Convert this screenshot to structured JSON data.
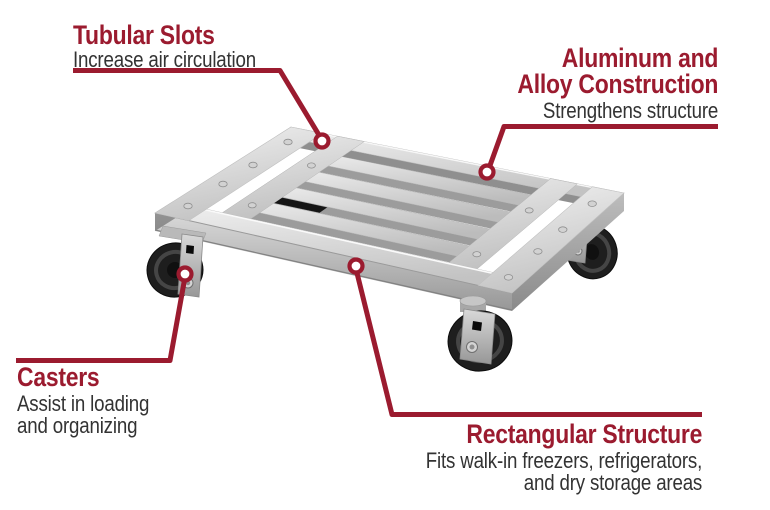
{
  "accent_color": "#9B1B2F",
  "text_color": "#333333",
  "product_image": {
    "label": "aluminum-mobile-dunnage-rack-with-black-swivel-casters"
  },
  "callouts": {
    "tubular_slots": {
      "title": "Tubular Slots",
      "description": "Increase air circulation"
    },
    "aluminum_alloy": {
      "title_line1": "Aluminum and",
      "title_line2": "Alloy Construction",
      "description": "Strengthens structure"
    },
    "casters": {
      "title": "Casters",
      "description_line1": "Assist in loading",
      "description_line2": "and organizing"
    },
    "rectangular_structure": {
      "title": "Rectangular Structure",
      "description_line1": "Fits walk-in freezers, refrigerators,",
      "description_line2": "and dry storage areas"
    }
  }
}
